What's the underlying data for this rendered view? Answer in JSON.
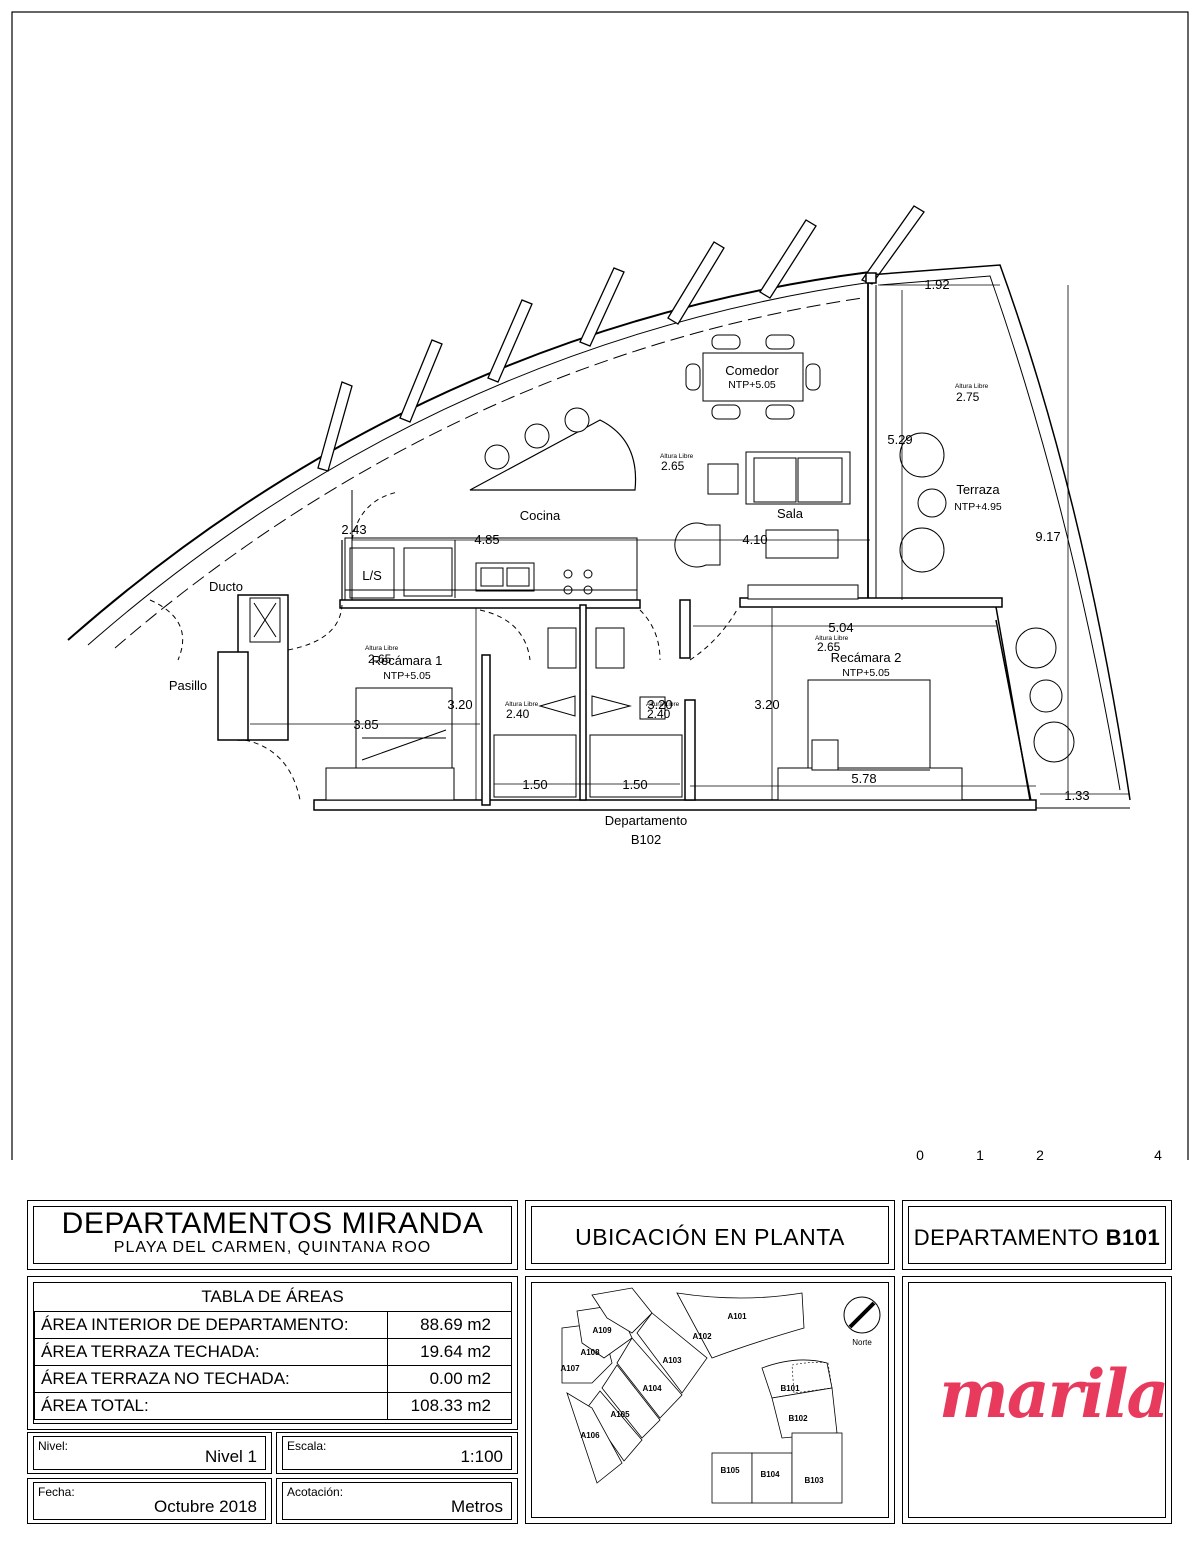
{
  "plan": {
    "rooms": {
      "comedor": "Comedor",
      "comedor_ntp": "NTP+5.05",
      "cocina": "Cocina",
      "sala": "Sala",
      "terraza": "Terraza",
      "terraza_ntp": "NTP+4.95",
      "recamara1": "Recámara 1",
      "recamara1_ntp": "NTP+5.05",
      "recamara2": "Recámara 2",
      "recamara2_ntp": "NTP+5.05",
      "ducto": "Ducto",
      "pasillo": "Pasillo",
      "ls": "L/S",
      "neighbor_line1": "Departamento",
      "neighbor_line2": "B102"
    },
    "altura_label": "Altura Libre",
    "heights": [
      "2.75",
      "2.65",
      "2.65",
      "2.65",
      "2.40",
      "2.40"
    ],
    "dimensions": [
      "1.92",
      "5.29",
      "9.17",
      "2.43",
      "4.85",
      "4.10",
      "5.04",
      "3.20",
      "3.20",
      "3.20",
      "3.85",
      "1.50",
      "1.50",
      "5.78",
      "1.33"
    ],
    "scale_ticks": [
      "0",
      "1",
      "2",
      "4"
    ]
  },
  "titleblock": {
    "project": "DEPARTAMENTOS MIRANDA",
    "location": "PLAYA DEL CARMEN, QUINTANA ROO",
    "ubicacion": "UBICACIÓN EN PLANTA",
    "depto_prefix": "DEPARTAMENTO ",
    "depto_code": "B101",
    "tabla_title": "TABLA DE ÁREAS",
    "areas": [
      {
        "label": "ÁREA INTERIOR DE DEPARTAMENTO:",
        "value": "88.69 m2"
      },
      {
        "label": "ÁREA TERRAZA TECHADA:",
        "value": "19.64 m2"
      },
      {
        "label": "ÁREA TERRAZA NO TECHADA:",
        "value": "0.00 m2"
      },
      {
        "label": "ÁREA TOTAL:",
        "value": "108.33 m2"
      }
    ],
    "nivel_label": "Nivel:",
    "nivel_value": "Nivel 1",
    "escala_label": "Escala:",
    "escala_value": "1:100",
    "fecha_label": "Fecha:",
    "fecha_value": "Octubre 2018",
    "acotacion_label": "Acotación:",
    "acotacion_value": "Metros",
    "logo": "marila"
  },
  "keymap": {
    "units": [
      "A101",
      "A102",
      "A103",
      "A104",
      "A105",
      "A106",
      "A107",
      "A108",
      "A109",
      "B101",
      "B102",
      "B103",
      "B104",
      "B105"
    ],
    "north": "Norte"
  }
}
